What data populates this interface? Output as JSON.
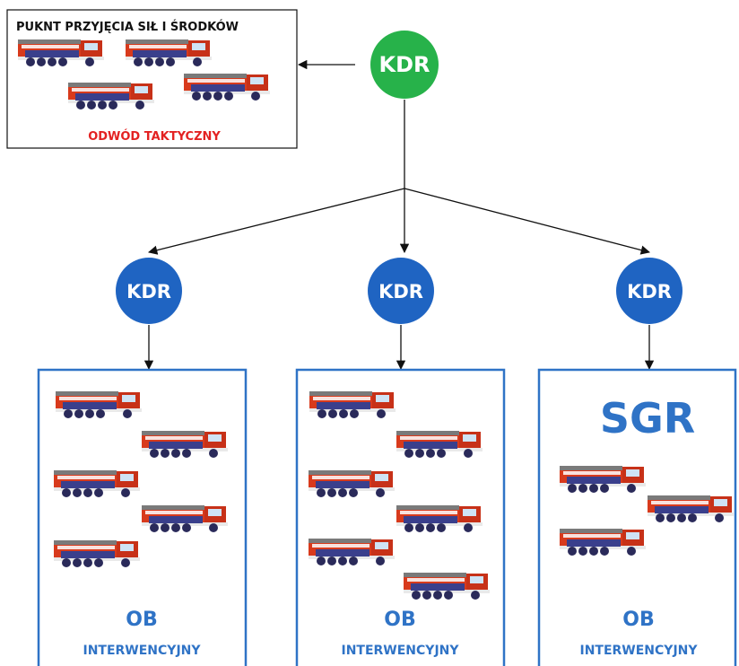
{
  "colors": {
    "green_node": "#27b24a",
    "blue_node": "#1f64c2",
    "blue_text": "#2f73c6",
    "reserve_label": "#e32222",
    "truck_red": "#d83a1c",
    "truck_dark": "#3a3f8c"
  },
  "reserve": {
    "title": "PUKNT PRZYJĘCIA SIŁ I ŚRODKÓW",
    "label": "ODWÓD TAKTYCZNY",
    "icon": "fire-truck-icon",
    "truck_count": 4
  },
  "top_node": {
    "label": "KDR"
  },
  "sections": [
    {
      "node_label": "KDR",
      "ob": "OB",
      "type": "INTERWENCYJNY",
      "truck_count": 5
    },
    {
      "node_label": "KDR",
      "ob": "OB",
      "type": "INTERWENCYJNY",
      "truck_count": 6
    },
    {
      "node_label": "KDR",
      "heading": "SGR",
      "ob": "OB",
      "type": "INTERWENCYJNY",
      "truck_count": 3
    }
  ]
}
